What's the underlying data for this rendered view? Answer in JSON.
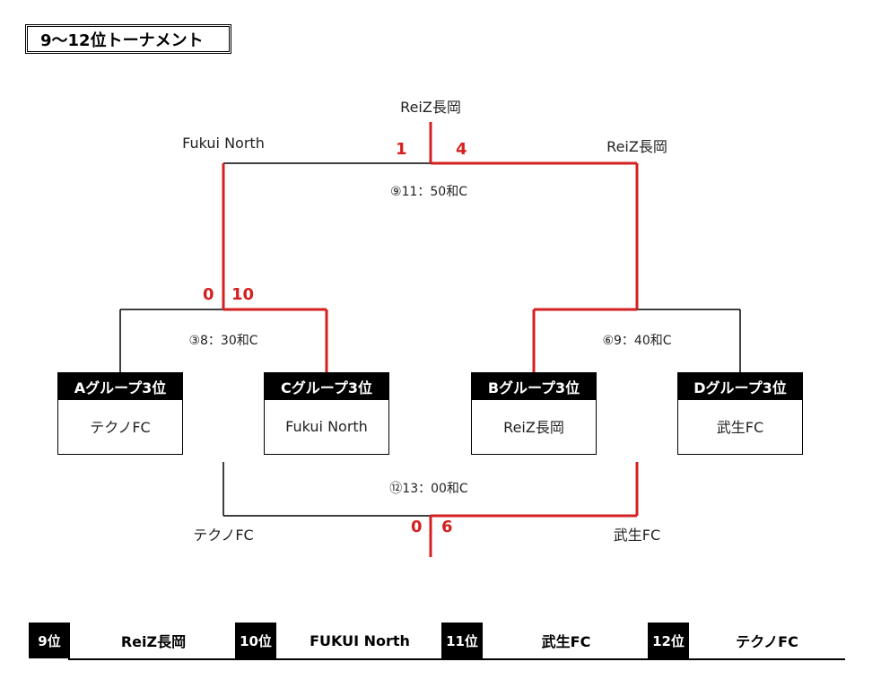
{
  "title": "9〜12位トーナメント",
  "colors": {
    "winner_line": "#d42020",
    "line": "#000000"
  },
  "final": {
    "winner_label": "ReiZ長岡",
    "left_team": "Fukui North",
    "right_team": "ReiZ長岡",
    "left_score": "1",
    "right_score": "4",
    "time": "⑨11：50和C"
  },
  "semi_left": {
    "left_score": "0",
    "right_score": "10",
    "time": "③8：30和C"
  },
  "semi_right": {
    "time": "⑥9：40和C"
  },
  "groups": [
    {
      "head": "Aグループ3位",
      "name": "テクノFC"
    },
    {
      "head": "Cグループ3位",
      "name": "Fukui North"
    },
    {
      "head": "Bグループ3位",
      "name": "ReiZ長岡"
    },
    {
      "head": "Dグループ3位",
      "name": "武生FC"
    }
  ],
  "third_match": {
    "time": "⑫13：00和C",
    "left_team": "テクノFC",
    "right_team": "武生FC",
    "left_score": "0",
    "right_score": "6"
  },
  "ranking": [
    {
      "place": "9位",
      "team": "ReiZ長岡"
    },
    {
      "place": "10位",
      "team": "FUKUI North"
    },
    {
      "place": "11位",
      "team": "武生FC"
    },
    {
      "place": "12位",
      "team": "テクノFC"
    }
  ]
}
